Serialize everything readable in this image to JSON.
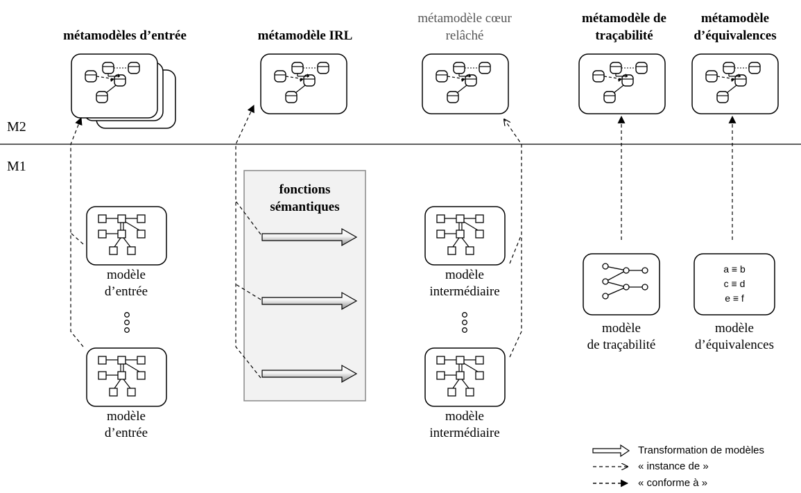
{
  "levels": {
    "m2": "M2",
    "m1": "M1"
  },
  "metamodels": {
    "input": "métamodèles d’entrée",
    "irl": "métamodèle IRL",
    "core_line1": "métamodèle cœur",
    "core_line2": "relâché",
    "trace_line1": "métamodèle de",
    "trace_line2": "traçabilité",
    "equiv_line1": "métamodèle",
    "equiv_line2": "d’équivalences"
  },
  "semantic_functions": {
    "line1": "fonctions",
    "line2": "sémantiques"
  },
  "models": {
    "input_top_line1": "modèle",
    "input_top_line2": "d’entrée",
    "input_bottom_line1": "modèle",
    "input_bottom_line2": "d’entrée",
    "inter_top_line1": "modèle",
    "inter_top_line2": "intermédiaire",
    "inter_bottom_line1": "modèle",
    "inter_bottom_line2": "intermédiaire",
    "trace_line1": "modèle",
    "trace_line2": "de traçabilité",
    "equiv_line1": "modèle",
    "equiv_line2": "d’équivalences"
  },
  "equivalences": [
    "a ≡ b",
    "c ≡ d",
    "e ≡ f"
  ],
  "legend": {
    "transformation": "Transformation de modèles",
    "instance_of": "« instance de »",
    "conforms_to": "« conforme à »"
  }
}
